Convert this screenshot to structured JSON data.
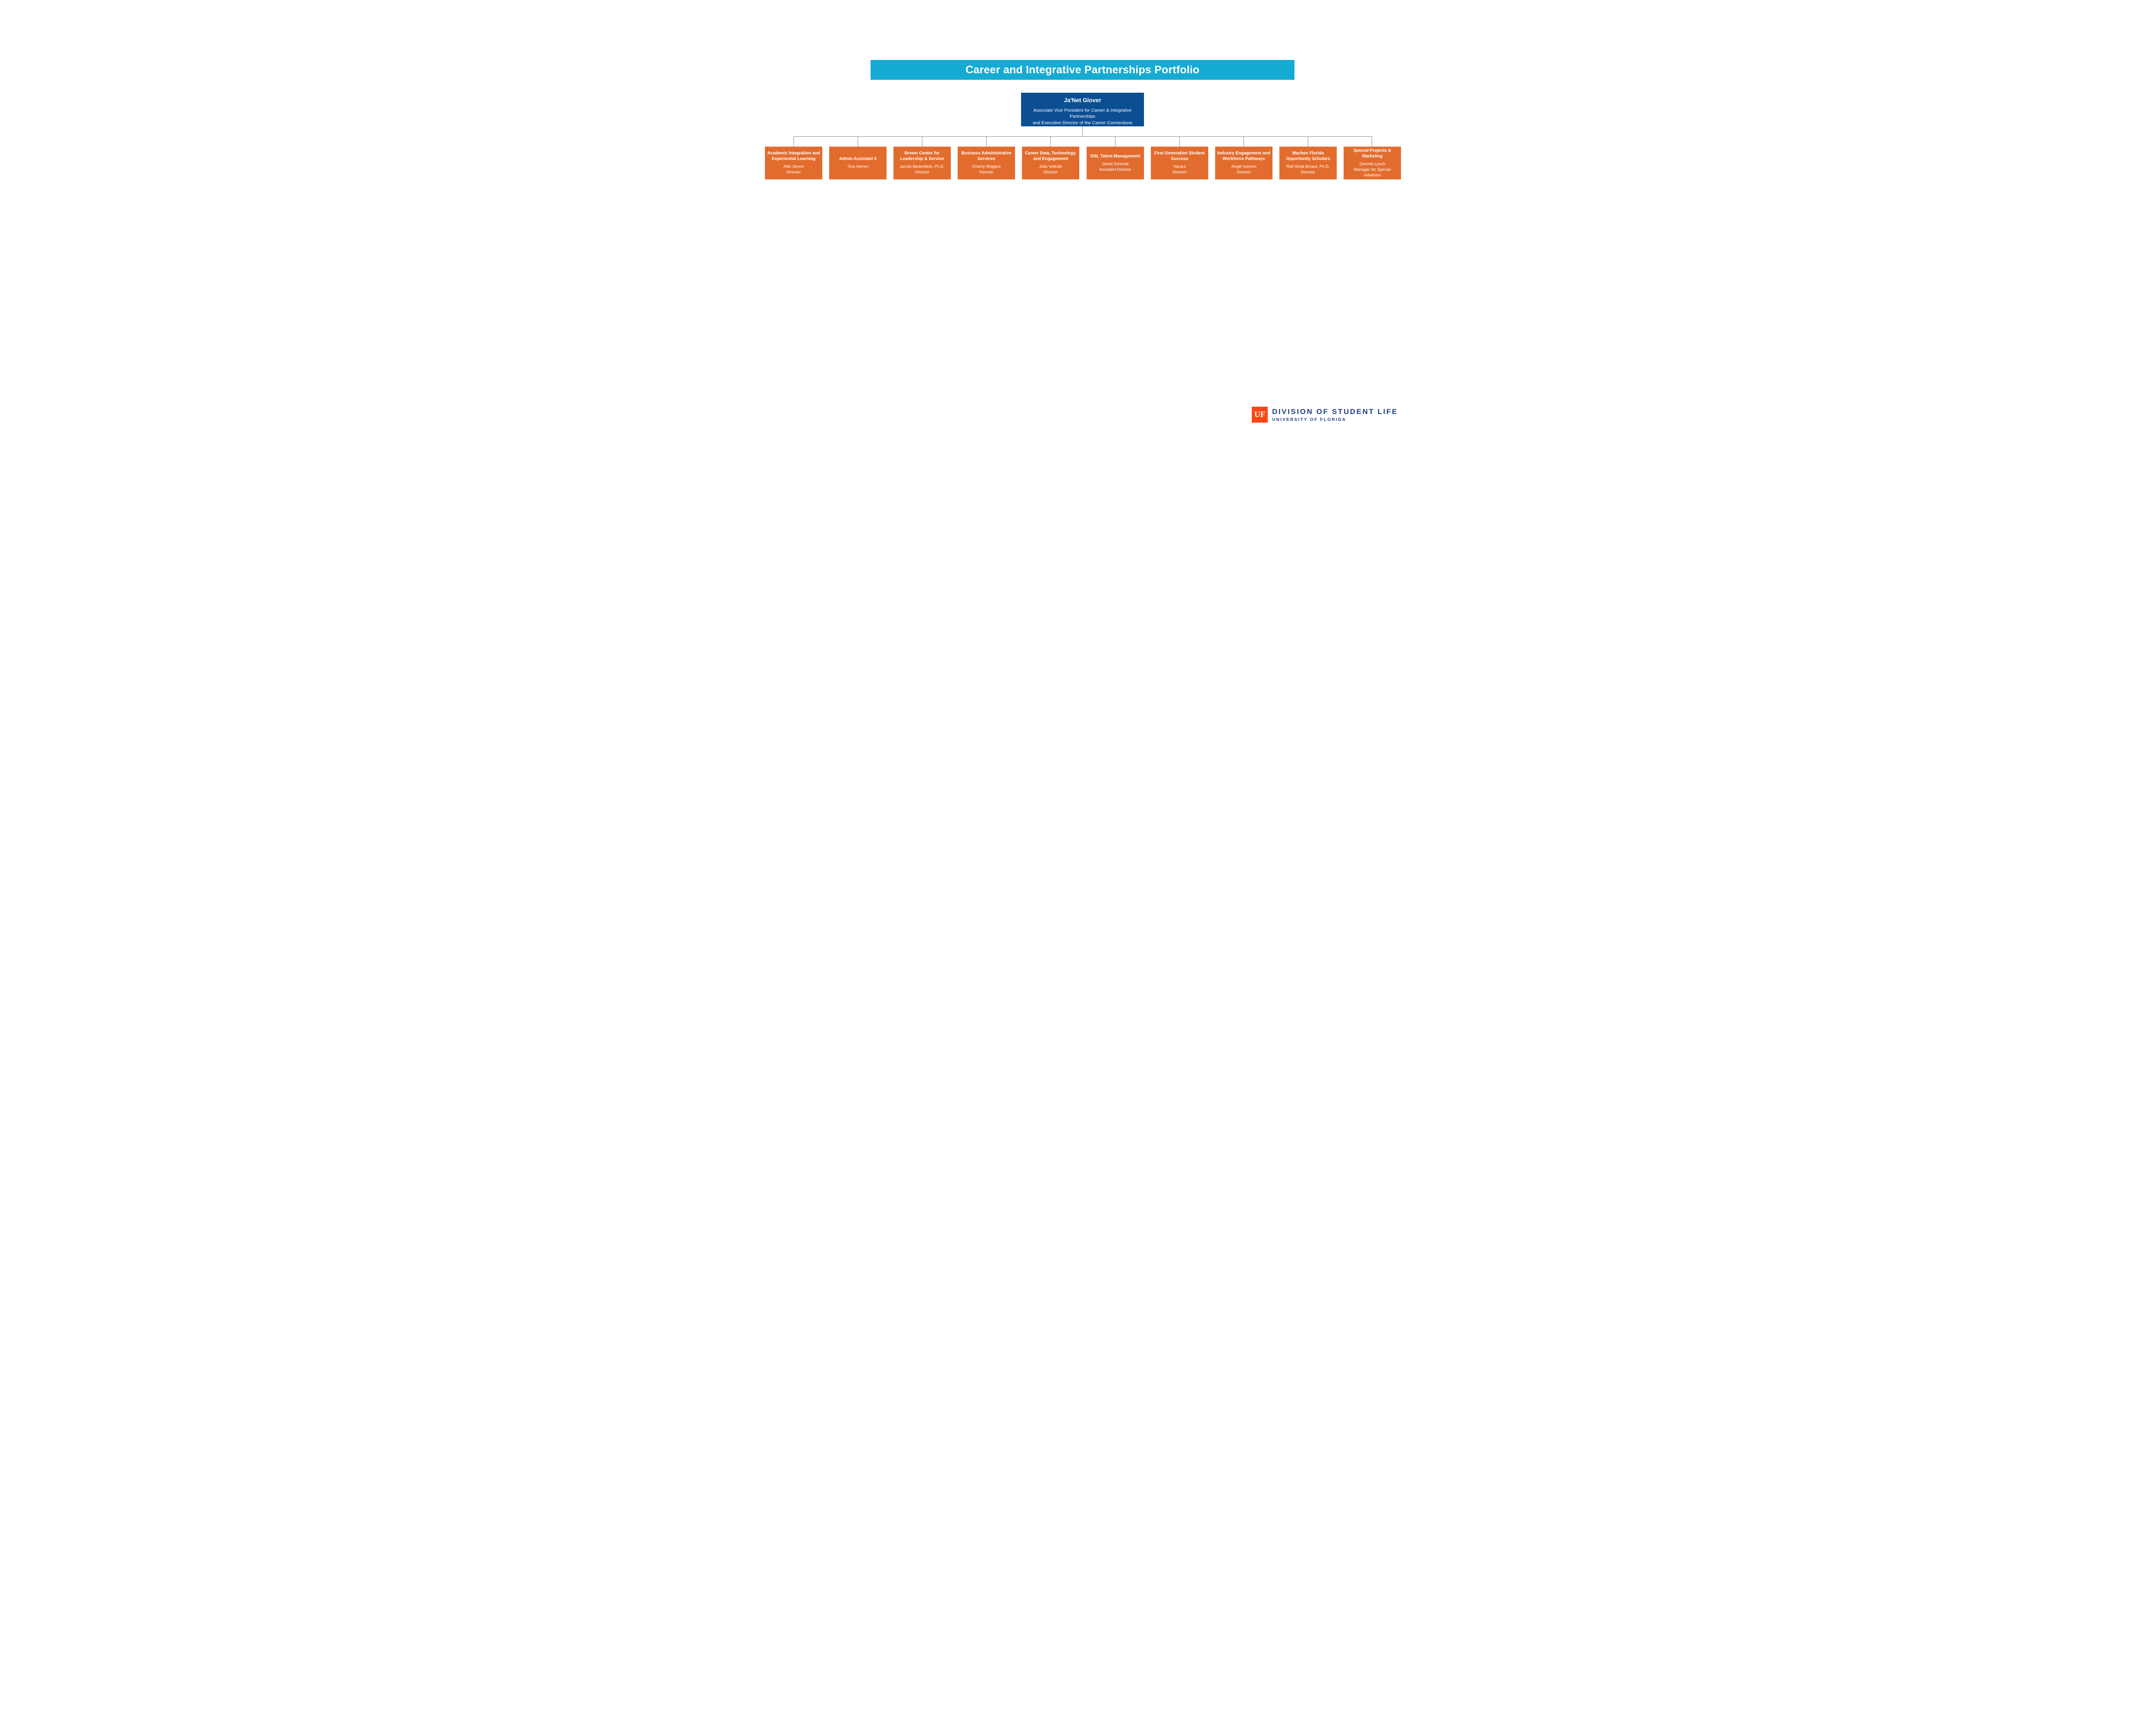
{
  "header": {
    "title": "Career and Integrative Partnerships Portfolio"
  },
  "root": {
    "name": "Ja'Net Glover",
    "subtitle_line1": "Associate Vice President for Career & Integrative Partnerships",
    "subtitle_line2": "and Executive Director of the Career Connections Center"
  },
  "departments": [
    {
      "title": "Academic Integration and Experiential Learning",
      "person": "Allie Simon",
      "role": "Director"
    },
    {
      "title": "Admin Assistant II",
      "person": "Tina Herren",
      "role": ""
    },
    {
      "title": "Brown Center  for Leadership & Service",
      "person": "Jacobi Bedenfield, Ph.D.",
      "role": "Director"
    },
    {
      "title": "Business Administrative Services",
      "person": "Charity Wiggins",
      "role": "Director"
    },
    {
      "title": "Career Data, Technology, and Engagement",
      "person": "Julia Vollrath",
      "role": "Director"
    },
    {
      "title": "DSL Talent Management",
      "person": "David Schmidt",
      "role": "Assistant Director"
    },
    {
      "title": "First Generation Student Success",
      "person": "Vacant",
      "role": "Director"
    },
    {
      "title": "Industry  Engagement and Workforce  Pathways",
      "person": "Angel Iverson",
      "role": "Director"
    },
    {
      "title": "Machen Florida Opportunity Scholars",
      "person": "Rah'Shad  Bryant, Ph.D.",
      "role": "Director"
    },
    {
      "title": "Special Projects & Marketing",
      "person": "Zanorfa Lynch",
      "role": "Manager for Special Initiatives"
    }
  ],
  "footer": {
    "logo_text": "UF",
    "line1": "DIVISION OF STUDENT LIFE",
    "line2": "UNIVERSITY OF FLORIDA"
  },
  "colors": {
    "header_teal": "#15ABD3",
    "root_blue": "#0B4E92",
    "department_orange": "#E26C2D",
    "uf_logo_orange": "#FA4616",
    "footer_blue": "#1F3D7C",
    "connector_gray": "#8A8A8A"
  }
}
